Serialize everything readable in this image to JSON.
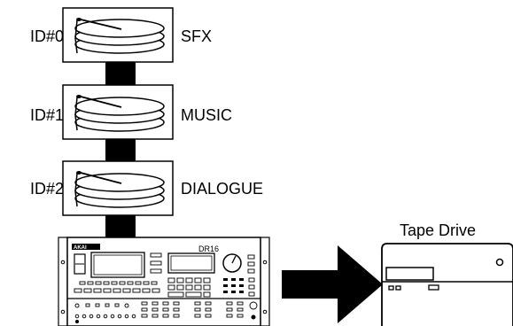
{
  "drives": [
    {
      "id": "ID#0",
      "name": "SFX"
    },
    {
      "id": "ID#1",
      "name": "MUSIC"
    },
    {
      "id": "ID#2",
      "name": "DIALOGUE"
    }
  ],
  "sampler": {
    "brand": "AKAI",
    "model": "DR16"
  },
  "tape_drive": {
    "label": "Tape Drive"
  },
  "colors": {
    "stroke": "#000000",
    "background": "#ffffff"
  }
}
